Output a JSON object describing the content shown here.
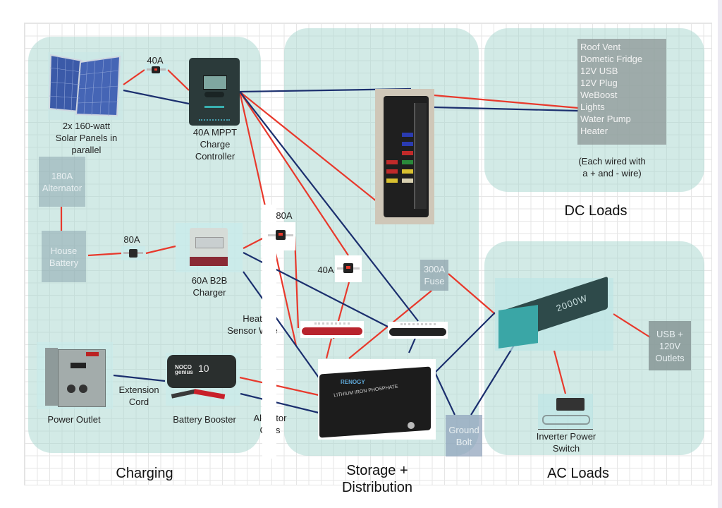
{
  "colors": {
    "positive_wire": "#e8392c",
    "negative_wire": "#1b2f6e",
    "group_fill": "#cfe8e3",
    "gray_box": "#8ca0aa"
  },
  "sections": {
    "charging": "Charging",
    "storage": "Storage + Distribution",
    "storage_line1": "Storage +",
    "storage_line2": "Distribution",
    "dc_loads": "DC Loads",
    "ac_loads": "AC Loads"
  },
  "components": {
    "solar_panels": {
      "line1": "2x 160-watt",
      "line2": "Solar Panels in",
      "line3": "parallel"
    },
    "solar_fuse": "40A",
    "charge_controller": {
      "line1": "40A MPPT",
      "line2": "Charge",
      "line3": "Controller"
    },
    "alternator": {
      "line1": "180A",
      "line2": "Alternator"
    },
    "house_battery": {
      "line1": "House",
      "line2": "Battery"
    },
    "b2b_input_fuse": "80A",
    "b2b_charger": {
      "line1": "60A B2B",
      "line2": "Charger"
    },
    "b2b_output_fuse": "80A",
    "fuse_block_breaker": "40A",
    "main_fuse": {
      "line1": "300A",
      "line2": "Fuse"
    },
    "heat_sensor": {
      "line1": "Heat",
      "line2": "Sensor Wire"
    },
    "power_outlet": "Power Outlet",
    "extension_cord": {
      "line1": "Extension",
      "line2": "Cord"
    },
    "battery_booster": "Battery Booster",
    "booster_brand": {
      "line1": "NOCO",
      "line2": "genius",
      "model": "10"
    },
    "alligator_clips": {
      "line1": "Alligator",
      "line2": "Clips"
    },
    "ground_bolt": {
      "line1": "Ground",
      "line2": "Bolt"
    },
    "inverter_label": "2000W",
    "inverter_switch": {
      "line1": "Inverter Power",
      "line2": "Switch"
    },
    "ac_outlets": {
      "line1": "USB +",
      "line2": "120V",
      "line3": "Outlets"
    },
    "battery_brand": "RENOGY",
    "battery_text": "LITHIUM IRON PHOSPHATE"
  },
  "dc_loads": {
    "items": [
      "Roof Vent",
      "Dometic Fridge",
      "12V USB",
      "12V Plug",
      "WeBoost",
      "Lights",
      "Water Pump",
      "Heater"
    ],
    "note_line1": "(Each wired with",
    "note_line2": "a + and - wire)"
  }
}
